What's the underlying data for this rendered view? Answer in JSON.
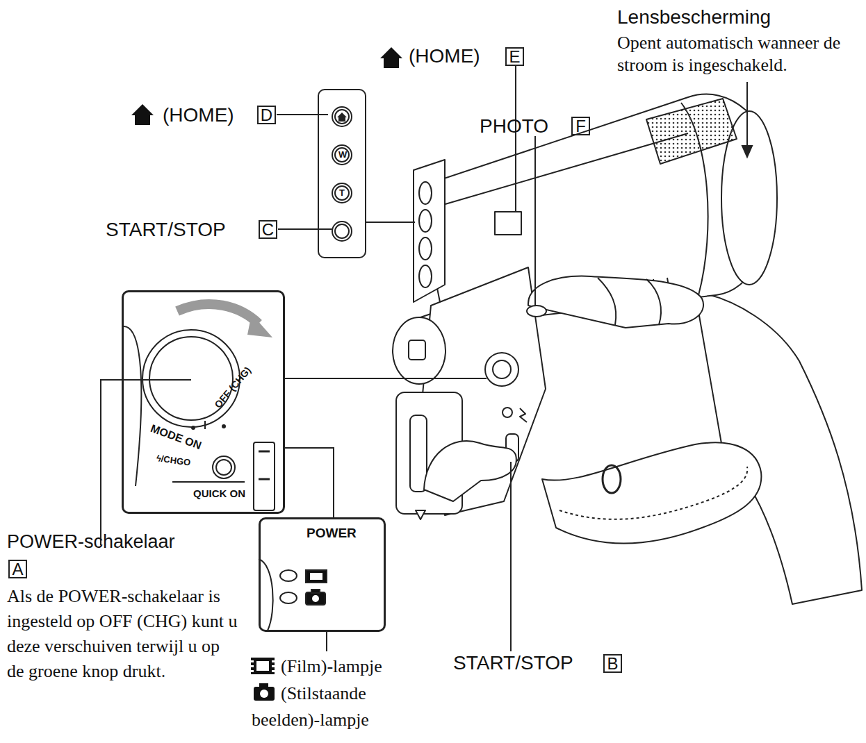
{
  "diagram": {
    "nodes": [
      {
        "text": [
          "E"
        ]
      },
      {
        "text": [
          "D"
        ]
      },
      {
        "text": [
          "F"
        ]
      },
      {
        "text": [
          "W",
          "T"
        ]
      },
      {
        "text": [
          "C"
        ]
      },
      {
        "text": [
          "MODE ON",
          "OFF (CHG)",
          "ϟ/CHGO",
          "QUICK ON"
        ]
      },
      {
        "text": [
          "A"
        ]
      },
      {
        "text": [
          "POWER"
        ]
      },
      {
        "text": [
          "B"
        ]
      }
    ],
    "edges": [
      {
        "from": 5,
        "to": 7,
        "arrow": "none"
      }
    ],
    "labels": [
      "Lensbescherming",
      "Opent automatisch wanneer de stroom is ingeschakeld.",
      "(HOME)",
      "(HOME)",
      "PHOTO",
      "START/STOP",
      "POWER-schakelaar",
      "Als de POWER-schakelaar is ingesteld op OFF (CHG) kunt u deze verschuiven terwijl u op de groene knop drukt.",
      "START/STOP",
      "(Film)-lampje",
      "(Stilstaande beelden)-lampje"
    ]
  }
}
